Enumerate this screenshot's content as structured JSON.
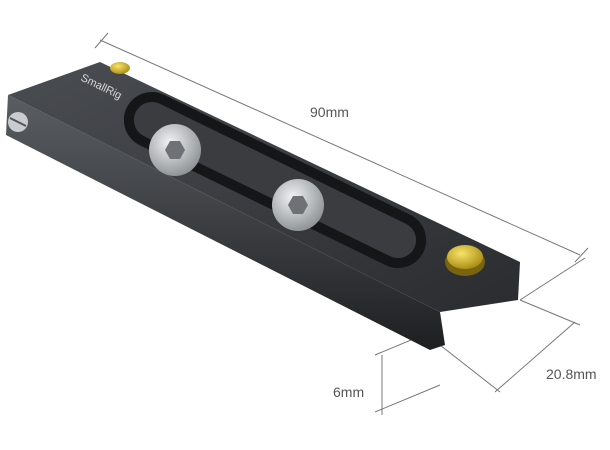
{
  "product": {
    "brand_logo": "SmallRig",
    "colors": {
      "body": "#2b2d30",
      "screw": "#b8bcc0",
      "pin": "#d4b21c",
      "dimension_line": "#777777"
    }
  },
  "dimensions": {
    "length": "90mm",
    "height": "6mm",
    "width": "20.8mm"
  }
}
